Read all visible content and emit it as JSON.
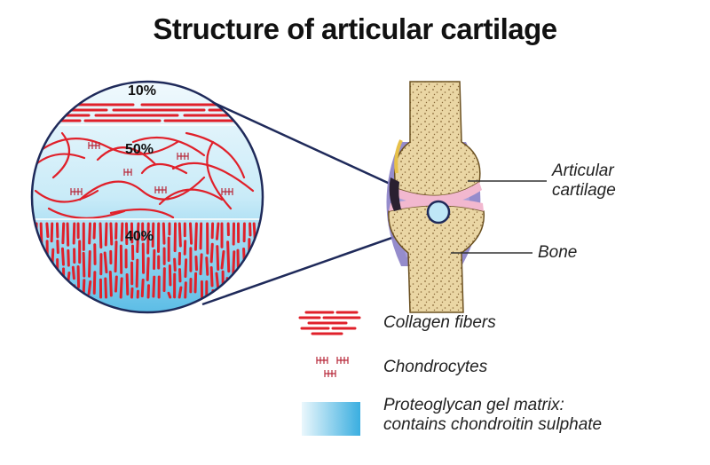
{
  "title": "Structure of articular cartilage",
  "zones": {
    "superficial": "10%",
    "middle": "50%",
    "deep": "40%"
  },
  "joint_labels": {
    "cartilage_line1": "Articular",
    "cartilage_line2": "cartilage",
    "bone": "Bone"
  },
  "legend": [
    {
      "label": "Collagen fibers",
      "icon": "collagen-fibers-icon"
    },
    {
      "label": "Chondrocytes",
      "icon": "chondrocytes-icon"
    },
    {
      "label_line1": "Proteoglycan gel matrix:",
      "label_line2": "contains chondroitin sulphate",
      "icon": "gel-matrix-swatch"
    }
  ],
  "colors": {
    "collagen": "#e0202a",
    "gel_light": "#dff3fb",
    "gel_dark": "#3aaee0",
    "bone": "#ead6a4",
    "bone_dots": "#8a6a3a",
    "cartilage": "#f2b8cf",
    "capsule": "#8a7fc6",
    "line": "#1f2a5a"
  }
}
